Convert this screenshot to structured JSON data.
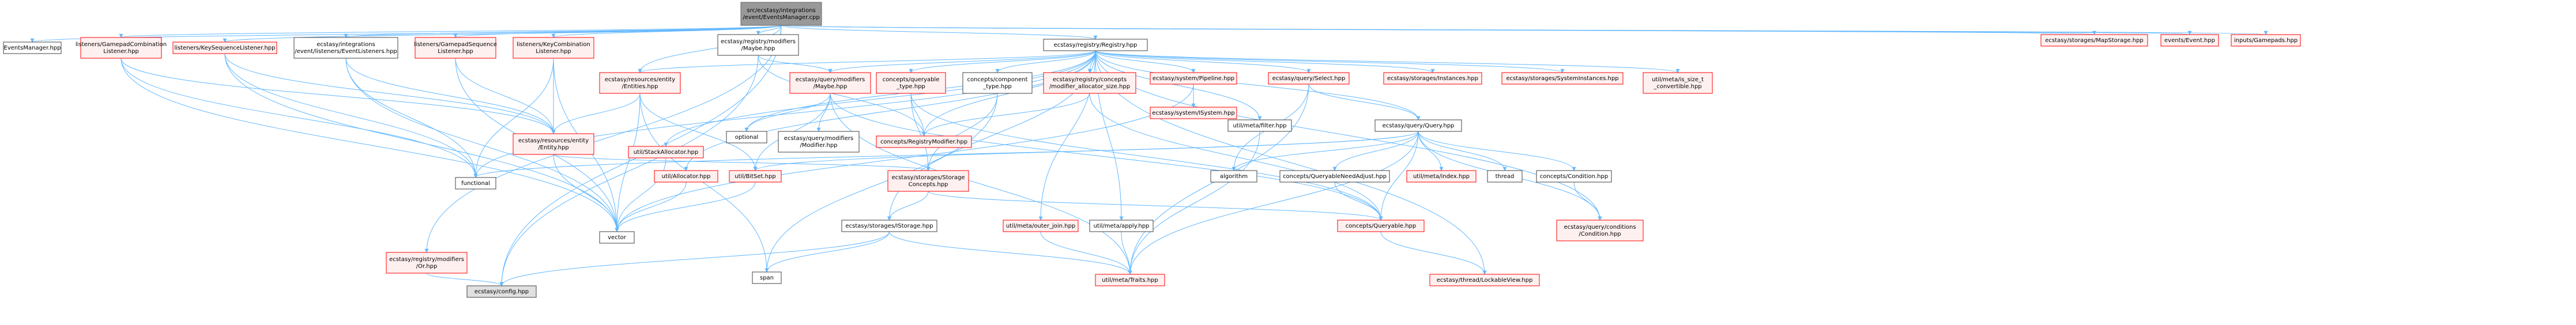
{
  "colors": {
    "edge": "#63b8ff",
    "normal_border": "#404040",
    "normal_fill": "#ffffff",
    "missing_border": "#ff0000",
    "missing_fill": "#fff0f0",
    "root_fill": "#999999",
    "root_border": "#666666",
    "leaf_fill": "#e0e0e0"
  },
  "nodes": [
    {
      "id": "root",
      "lines": [
        "src/ecstasy/integrations",
        "/event/EventsManager.cpp"
      ],
      "kind": "root"
    },
    {
      "id": "eventsmanager_hpp",
      "lines": [
        "EventsManager.hpp"
      ],
      "kind": "normal"
    },
    {
      "id": "gamepadcomb",
      "lines": [
        "listeners/GamepadCombination",
        "Listener.hpp"
      ],
      "kind": "missing"
    },
    {
      "id": "keyseq",
      "lines": [
        "listeners/KeySequenceListener.hpp"
      ],
      "kind": "missing"
    },
    {
      "id": "eventlisteners",
      "lines": [
        "ecstasy/integrations",
        "/event/listeners/EventListeners.hpp"
      ],
      "kind": "normal"
    },
    {
      "id": "gamepadseq",
      "lines": [
        "listeners/GamepadSequence",
        "Listener.hpp"
      ],
      "kind": "missing"
    },
    {
      "id": "keycomb",
      "lines": [
        "listeners/KeyCombination",
        "Listener.hpp"
      ],
      "kind": "missing"
    },
    {
      "id": "res_entities",
      "lines": [
        "ecstasy/resources/entity",
        "/Entities.hpp"
      ],
      "kind": "missing"
    },
    {
      "id": "mod_maybe_reg",
      "lines": [
        "ecstasy/registry/modifiers",
        "/Maybe.hpp"
      ],
      "kind": "normal"
    },
    {
      "id": "registry",
      "lines": [
        "ecstasy/registry/Registry.hpp"
      ],
      "kind": "normal"
    },
    {
      "id": "mapstorage",
      "lines": [
        "ecstasy/storages/MapStorage.hpp"
      ],
      "kind": "missing"
    },
    {
      "id": "event_hpp",
      "lines": [
        "events/Event.hpp"
      ],
      "kind": "missing"
    },
    {
      "id": "gamepads",
      "lines": [
        "inputs/Gamepads.hpp"
      ],
      "kind": "missing"
    },
    {
      "id": "res_entity",
      "lines": [
        "ecstasy/resources/entity",
        "/Entity.hpp"
      ],
      "kind": "missing"
    },
    {
      "id": "functional",
      "lines": [
        "functional"
      ],
      "kind": "normal"
    },
    {
      "id": "vector",
      "lines": [
        "vector"
      ],
      "kind": "normal"
    },
    {
      "id": "mod_or",
      "lines": [
        "ecstasy/registry/modifiers",
        "/Or.hpp"
      ],
      "kind": "missing"
    },
    {
      "id": "config",
      "lines": [
        "ecstasy/config.hpp"
      ],
      "kind": "leaf"
    },
    {
      "id": "stackalloc",
      "lines": [
        "util/StackAllocator.hpp"
      ],
      "kind": "missing"
    },
    {
      "id": "query_mod_maybe",
      "lines": [
        "ecstasy/query/modifiers",
        "/Maybe.hpp"
      ],
      "kind": "missing"
    },
    {
      "id": "queryable_type",
      "lines": [
        "concepts/queryable",
        "_type.hpp"
      ],
      "kind": "missing"
    },
    {
      "id": "component_type",
      "lines": [
        "concepts/component",
        "_type.hpp"
      ],
      "kind": "normal"
    },
    {
      "id": "alloc_size",
      "lines": [
        "ecstasy/registry/concepts",
        "/modifier_allocator_size.hpp"
      ],
      "kind": "missing"
    },
    {
      "id": "pipeline",
      "lines": [
        "ecstasy/system/Pipeline.hpp"
      ],
      "kind": "missing"
    },
    {
      "id": "isystem",
      "lines": [
        "ecstasy/system/ISystem.hpp"
      ],
      "kind": "missing"
    },
    {
      "id": "query_select",
      "lines": [
        "ecstasy/query/Select.hpp"
      ],
      "kind": "missing"
    },
    {
      "id": "instances",
      "lines": [
        "ecstasy/storages/Instances.hpp"
      ],
      "kind": "missing"
    },
    {
      "id": "sysinstances",
      "lines": [
        "ecstasy/storages/SystemInstances.hpp"
      ],
      "kind": "missing"
    },
    {
      "id": "is_size_t",
      "lines": [
        "util/meta/is_size_t",
        "_convertible.hpp"
      ],
      "kind": "missing"
    },
    {
      "id": "optional",
      "lines": [
        "optional"
      ],
      "kind": "normal"
    },
    {
      "id": "query_modifier",
      "lines": [
        "ecstasy/query/modifiers",
        "/Modifier.hpp"
      ],
      "kind": "normal"
    },
    {
      "id": "reg_modifier",
      "lines": [
        "concepts/RegistryModifier.hpp"
      ],
      "kind": "missing"
    },
    {
      "id": "meta_filter",
      "lines": [
        "util/meta/filter.hpp"
      ],
      "kind": "normal"
    },
    {
      "id": "query_query",
      "lines": [
        "ecstasy/query/Query.hpp"
      ],
      "kind": "normal"
    },
    {
      "id": "util_alloc",
      "lines": [
        "util/Allocator.hpp"
      ],
      "kind": "missing"
    },
    {
      "id": "bitset",
      "lines": [
        "util/BitSet.hpp"
      ],
      "kind": "missing"
    },
    {
      "id": "storage_concepts",
      "lines": [
        "ecstasy/storages/Storage",
        "Concepts.hpp"
      ],
      "kind": "missing"
    },
    {
      "id": "istorage",
      "lines": [
        "ecstasy/storages/IStorage.hpp"
      ],
      "kind": "normal"
    },
    {
      "id": "span",
      "lines": [
        "span"
      ],
      "kind": "normal"
    },
    {
      "id": "outer_join",
      "lines": [
        "util/meta/outer_join.hpp"
      ],
      "kind": "missing"
    },
    {
      "id": "meta_apply",
      "lines": [
        "util/meta/apply.hpp"
      ],
      "kind": "normal"
    },
    {
      "id": "meta_traits",
      "lines": [
        "util/meta/Traits.hpp"
      ],
      "kind": "missing"
    },
    {
      "id": "algorithm",
      "lines": [
        "algorithm"
      ],
      "kind": "normal"
    },
    {
      "id": "q_need_adjust",
      "lines": [
        "concepts/QueryableNeedAdjust.hpp"
      ],
      "kind": "normal"
    },
    {
      "id": "meta_index",
      "lines": [
        "util/meta/index.hpp"
      ],
      "kind": "missing"
    },
    {
      "id": "thread",
      "lines": [
        "thread"
      ],
      "kind": "normal"
    },
    {
      "id": "concepts_condition",
      "lines": [
        "concepts/Condition.hpp"
      ],
      "kind": "normal"
    },
    {
      "id": "queryable",
      "lines": [
        "concepts/Queryable.hpp"
      ],
      "kind": "missing"
    },
    {
      "id": "q_cond",
      "lines": [
        "ecstasy/query/conditions",
        "/Condition.hpp"
      ],
      "kind": "missing"
    },
    {
      "id": "lockable",
      "lines": [
        "ecstasy/thread/LockableView.hpp"
      ],
      "kind": "missing"
    }
  ],
  "edges": [
    [
      "root",
      "eventsmanager_hpp"
    ],
    [
      "root",
      "gamepadcomb"
    ],
    [
      "root",
      "keyseq"
    ],
    [
      "root",
      "eventlisteners"
    ],
    [
      "root",
      "gamepadseq"
    ],
    [
      "root",
      "keycomb"
    ],
    [
      "root",
      "res_entities"
    ],
    [
      "root",
      "mod_maybe_reg"
    ],
    [
      "root",
      "registry"
    ],
    [
      "root",
      "mapstorage"
    ],
    [
      "root",
      "event_hpp"
    ],
    [
      "root",
      "gamepads"
    ],
    [
      "root",
      "mod_or"
    ],
    [
      "root",
      "config"
    ],
    [
      "gamepadcomb",
      "res_entity"
    ],
    [
      "gamepadcomb",
      "functional"
    ],
    [
      "gamepadcomb",
      "vector"
    ],
    [
      "keyseq",
      "res_entity"
    ],
    [
      "keyseq",
      "functional"
    ],
    [
      "keyseq",
      "vector"
    ],
    [
      "eventlisteners",
      "res_entity"
    ],
    [
      "eventlisteners",
      "functional"
    ],
    [
      "eventlisteners",
      "vector"
    ],
    [
      "gamepadseq",
      "res_entity"
    ],
    [
      "gamepadseq",
      "vector"
    ],
    [
      "keycomb",
      "res_entity"
    ],
    [
      "keycomb",
      "functional"
    ],
    [
      "keycomb",
      "vector"
    ],
    [
      "res_entities",
      "res_entity"
    ],
    [
      "res_entities",
      "bitset"
    ],
    [
      "res_entities",
      "vector"
    ],
    [
      "res_entities",
      "span"
    ],
    [
      "res_entity",
      "storage_concepts"
    ],
    [
      "res_entity",
      "vector"
    ],
    [
      "mod_maybe_reg",
      "query_mod_maybe"
    ],
    [
      "mod_maybe_reg",
      "reg_modifier"
    ],
    [
      "mod_maybe_reg",
      "config"
    ],
    [
      "registry",
      "res_entities"
    ],
    [
      "registry",
      "query_mod_maybe"
    ],
    [
      "registry",
      "queryable_type"
    ],
    [
      "registry",
      "component_type"
    ],
    [
      "registry",
      "alloc_size"
    ],
    [
      "registry",
      "pipeline"
    ],
    [
      "registry",
      "query_select"
    ],
    [
      "registry",
      "instances"
    ],
    [
      "registry",
      "sysinstances"
    ],
    [
      "registry",
      "is_size_t"
    ],
    [
      "registry",
      "meta_filter"
    ],
    [
      "registry",
      "query_query"
    ],
    [
      "registry",
      "reg_modifier"
    ],
    [
      "registry",
      "stackalloc"
    ],
    [
      "registry",
      "util_alloc"
    ],
    [
      "registry",
      "optional"
    ],
    [
      "registry",
      "outer_join"
    ],
    [
      "registry",
      "meta_apply"
    ],
    [
      "registry",
      "istorage"
    ],
    [
      "registry",
      "functional"
    ],
    [
      "registry",
      "q_cond"
    ],
    [
      "registry",
      "lockable"
    ],
    [
      "query_mod_maybe",
      "query_modifier"
    ],
    [
      "query_mod_maybe",
      "bitset"
    ],
    [
      "query_mod_maybe",
      "optional"
    ],
    [
      "query_mod_maybe",
      "queryable"
    ],
    [
      "query_mod_maybe",
      "meta_traits"
    ],
    [
      "queryable_type",
      "reg_modifier"
    ],
    [
      "queryable_type",
      "storage_concepts"
    ],
    [
      "queryable_type",
      "queryable"
    ],
    [
      "component_type",
      "storage_concepts"
    ],
    [
      "component_type",
      "span"
    ],
    [
      "alloc_size",
      "queryable"
    ],
    [
      "alloc_size",
      "reg_modifier"
    ],
    [
      "pipeline",
      "isystem"
    ],
    [
      "pipeline",
      "vector"
    ],
    [
      "query_select",
      "query_query"
    ],
    [
      "query_select",
      "algorithm"
    ],
    [
      "query_select",
      "meta_traits"
    ],
    [
      "meta_filter",
      "meta_traits"
    ],
    [
      "query_query",
      "algorithm"
    ],
    [
      "query_query",
      "q_need_adjust"
    ],
    [
      "query_query",
      "meta_index"
    ],
    [
      "query_query",
      "thread"
    ],
    [
      "query_query",
      "concepts_condition"
    ],
    [
      "query_query",
      "queryable"
    ],
    [
      "query_query",
      "bitset"
    ],
    [
      "query_query",
      "functional"
    ],
    [
      "query_query",
      "q_cond"
    ],
    [
      "query_query",
      "meta_traits"
    ],
    [
      "stackalloc",
      "vector"
    ],
    [
      "util_alloc",
      "vector"
    ],
    [
      "bitset",
      "vector"
    ],
    [
      "storage_concepts",
      "istorage"
    ],
    [
      "storage_concepts",
      "queryable"
    ],
    [
      "istorage",
      "config"
    ],
    [
      "istorage",
      "span"
    ],
    [
      "istorage",
      "meta_traits"
    ],
    [
      "outer_join",
      "meta_traits"
    ],
    [
      "meta_apply",
      "meta_traits"
    ],
    [
      "q_need_adjust",
      "queryable"
    ],
    [
      "concepts_condition",
      "q_cond"
    ],
    [
      "queryable",
      "lockable"
    ],
    [
      "mod_or",
      "config"
    ]
  ]
}
